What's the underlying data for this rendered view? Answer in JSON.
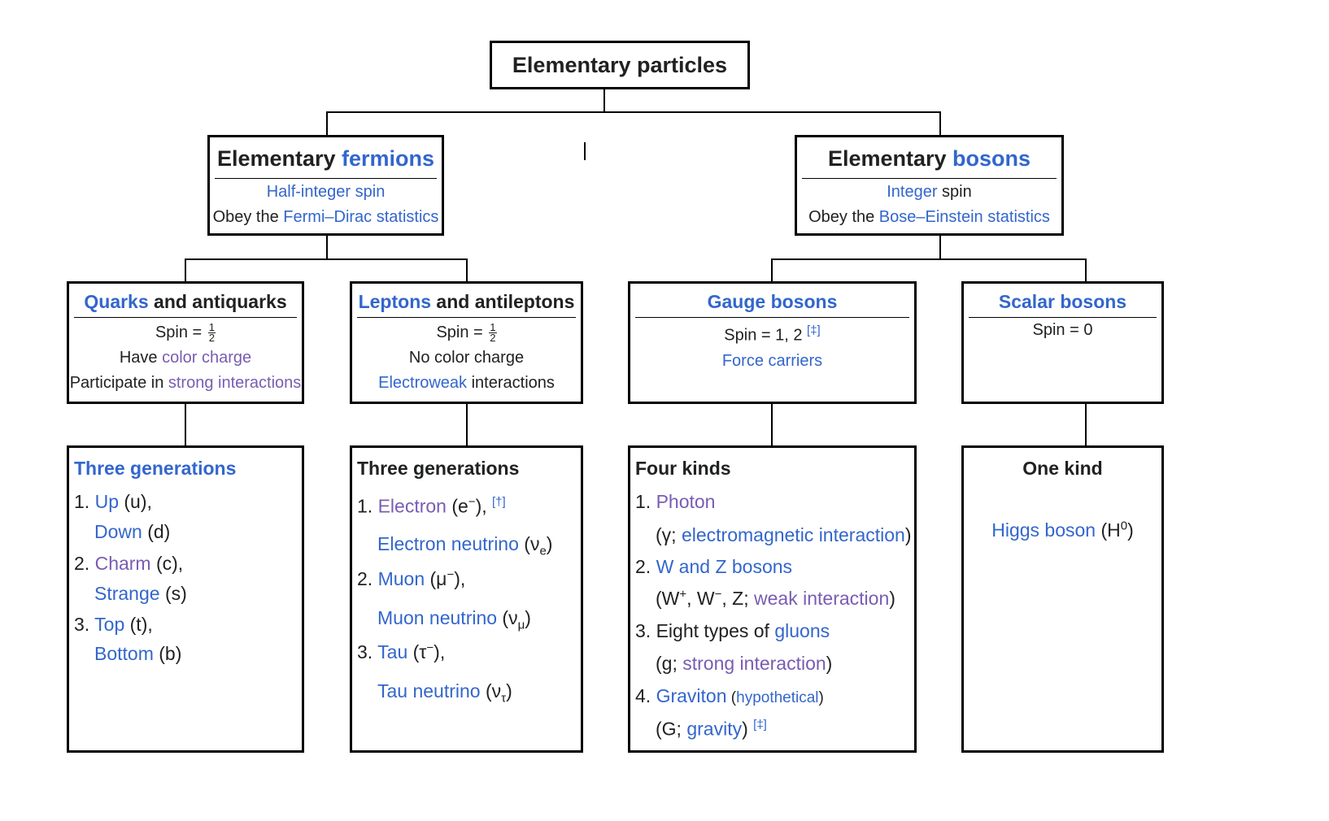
{
  "root": {
    "title": "Elementary particles"
  },
  "fermions": {
    "title_plain": "Elementary ",
    "title_link": "fermions",
    "spin_link": "Half-integer spin",
    "stats_plain": "Obey the ",
    "stats_link": "Fermi–Dirac statistics"
  },
  "bosons": {
    "title_plain": "Elementary ",
    "title_link": "bosons",
    "spin_link": "Integer",
    "spin_plain": " spin",
    "stats_plain": "Obey the ",
    "stats_link": "Bose–Einstein statistics"
  },
  "quarks": {
    "title_link": "Quarks",
    "title_plain": " and antiquarks",
    "spin_prefix": "Spin = ",
    "frac_num": "1",
    "frac_den": "2",
    "charge_plain": "Have ",
    "charge_link": "color charge",
    "interact_plain": "Participate in ",
    "interact_link": "strong interactions"
  },
  "leptons": {
    "title_link": "Leptons",
    "title_plain": " and antileptons",
    "spin_prefix": "Spin = ",
    "frac_num": "1",
    "frac_den": "2",
    "charge": "No color charge",
    "interact_link": "Electroweak",
    "interact_plain": " interactions"
  },
  "gauge": {
    "title_link": "Gauge bosons",
    "spin": "Spin = 1, 2 ",
    "note": "[‡]",
    "carriers_link": "Force carriers"
  },
  "scalar": {
    "title_link": "Scalar bosons",
    "spin": "Spin = 0"
  },
  "quark_gens": {
    "title": "Three generations",
    "items": [
      {
        "num": "1. ",
        "name": "Up",
        "sym": " (u),",
        "name2": "Down",
        "sym2": " (d)"
      },
      {
        "num": "2. ",
        "name": "Charm",
        "sym": " (c),",
        "name2": "Strange",
        "sym2": " (s)"
      },
      {
        "num": "3. ",
        "name": "Top",
        "sym": " (t),",
        "name2": "Bottom",
        "sym2": " (b)"
      }
    ]
  },
  "lepton_gens": {
    "title": "Three generations",
    "e_num": "1. ",
    "e_name": "Electron",
    "e_open": " (e",
    "e_sup": "−",
    "e_close": "),",
    "e_note": "[†]",
    "ve_name": "Electron neutrino",
    "ve_open": " (ν",
    "ve_sub": "e",
    "ve_close": ")",
    "mu_num": "2. ",
    "mu_name": "Muon",
    "mu_open": " (μ",
    "mu_sup": "−",
    "mu_close": "),",
    "vmu_name": "Muon neutrino",
    "vmu_open": " (ν",
    "vmu_sub": "μ",
    "vmu_close": ")",
    "tau_num": "3. ",
    "tau_name": "Tau",
    "tau_open": " (τ",
    "tau_sup": "−",
    "tau_close": "),",
    "vtau_name": "Tau neutrino",
    "vtau_open": " (ν",
    "vtau_sub": "τ",
    "vtau_close": ")"
  },
  "gauge_kinds": {
    "title": "Four kinds",
    "p_num": "1. ",
    "p_name": "Photon",
    "p_open": "(γ; ",
    "p_link": "electromagnetic interaction",
    "p_close": ")",
    "w_num": "2. ",
    "w_name": "W and Z bosons",
    "w_open": "(W",
    "w_sup1": "+",
    "w_mid": ", W",
    "w_sup2": "−",
    "w_z": ", Z; ",
    "w_link": "weak interaction",
    "w_close": ")",
    "g_num": "3. ",
    "g_plain": "Eight types of ",
    "g_link": "gluons",
    "g_open": "(g; ",
    "g_link2": "strong interaction",
    "g_close": ")",
    "gr_num": "4. ",
    "gr_name": "Graviton",
    "gr_hyp_open": " (",
    "gr_hyp": "hypothetical",
    "gr_hyp_close": ")",
    "gr_open": "(G; ",
    "gr_link": "gravity",
    "gr_close": ") ",
    "gr_note": "[‡]"
  },
  "scalar_kinds": {
    "title": "One kind",
    "h_name": "Higgs boson",
    "h_open": " (H",
    "h_sup": "0",
    "h_close": ")"
  }
}
